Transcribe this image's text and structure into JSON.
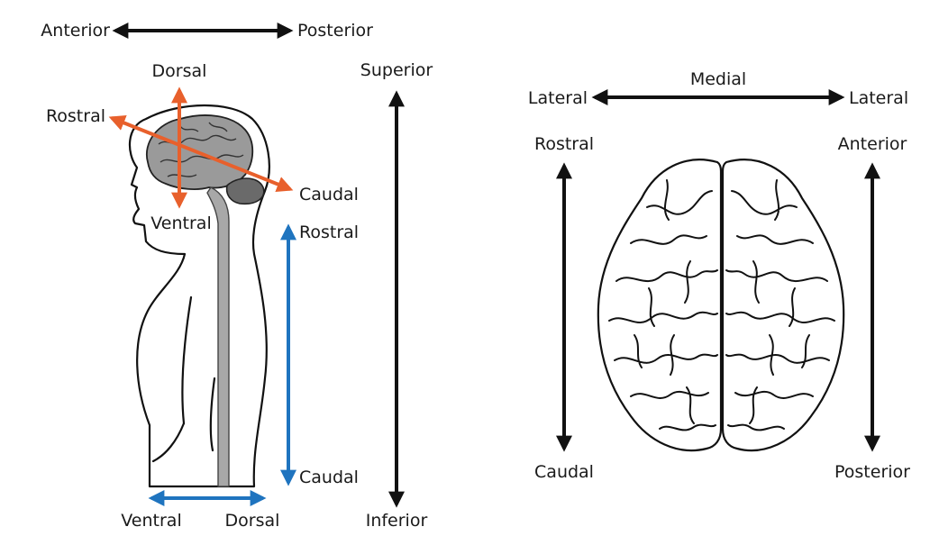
{
  "colors": {
    "black_arrow": "#111111",
    "orange_arrow": "#e8602c",
    "blue_arrow": "#1f74bf",
    "cord_fill": "#a8a8a8",
    "brain_fill": "#9a9a9a"
  },
  "top_axis": {
    "left": "Anterior",
    "right": "Posterior"
  },
  "vertical_axis": {
    "top": "Superior",
    "bottom": "Inferior"
  },
  "head_axes": {
    "dorsal": "Dorsal",
    "ventral": "Ventral",
    "rostral": "Rostral",
    "caudal": "Caudal"
  },
  "spine_axis": {
    "top": "Rostral",
    "bottom": "Caudal"
  },
  "body_axis": {
    "left": "Ventral",
    "right": "Dorsal"
  },
  "brain_view": {
    "medial": "Medial",
    "lateral_left": "Lateral",
    "lateral_right": "Lateral",
    "rostral": "Rostral",
    "caudal": "Caudal",
    "anterior": "Anterior",
    "posterior": "Posterior"
  }
}
